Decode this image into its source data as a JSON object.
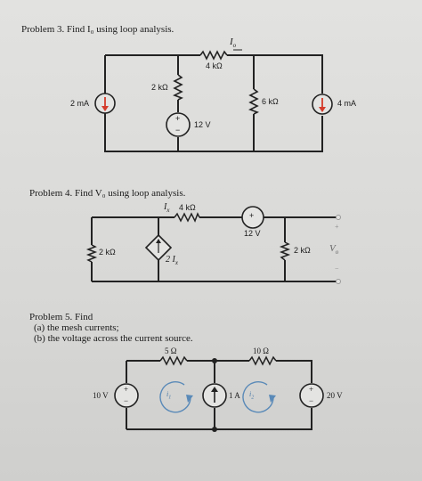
{
  "problem3": {
    "title": "Problem 3. Find I₀ using loop analysis.",
    "io_label": "I",
    "io_sub": "o",
    "r_top": "4 kΩ",
    "r_mid": "2 kΩ",
    "r_right": "6 kΩ",
    "cs_left": "2 mA",
    "cs_right": "4 mA",
    "vs_mid": "12 V",
    "plus": "+",
    "minus": "−"
  },
  "problem4": {
    "title": "Problem 4.   Find V₀ using loop analysis.",
    "ix_label": "I",
    "ix_sub": "x",
    "r_top": "4 kΩ",
    "r_left": "2 kΩ",
    "r_right": "2 kΩ",
    "vs_top": "12 V",
    "dep_src": "2 I",
    "dep_sub": "x",
    "vo_label": "V",
    "vo_sub": "o",
    "plus": "+",
    "minus": "−"
  },
  "problem5": {
    "title": "Problem 5. Find",
    "part_a": "(a) the mesh currents;",
    "part_b": "(b) the voltage across the current source.",
    "r_left": "5 Ω",
    "r_right": "10 Ω",
    "vs_left": "10 V",
    "vs_right": "20 V",
    "cs_mid": "1 A",
    "mesh1": "i",
    "mesh1_sub": "1",
    "mesh2": "i",
    "mesh2_sub": "2",
    "plus": "+",
    "minus": "−"
  }
}
